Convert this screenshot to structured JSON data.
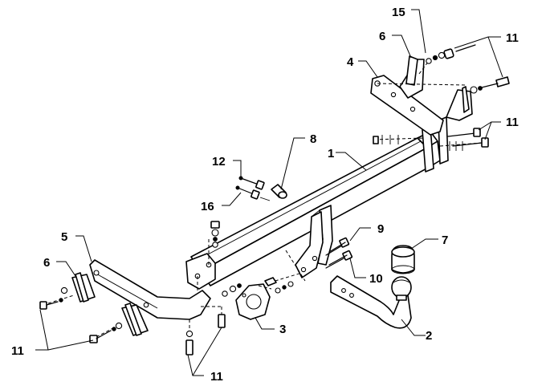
{
  "callouts": {
    "c1": "1",
    "c2": "2",
    "c3": "3",
    "c4": "4",
    "c5": "5",
    "c6a": "6",
    "c6b": "6",
    "c7": "7",
    "c8": "8",
    "c9": "9",
    "c10": "10",
    "c11a": "11",
    "c11b": "11",
    "c11c": "11",
    "c11d": "11",
    "c12": "12",
    "c15": "15",
    "c16": "16"
  }
}
